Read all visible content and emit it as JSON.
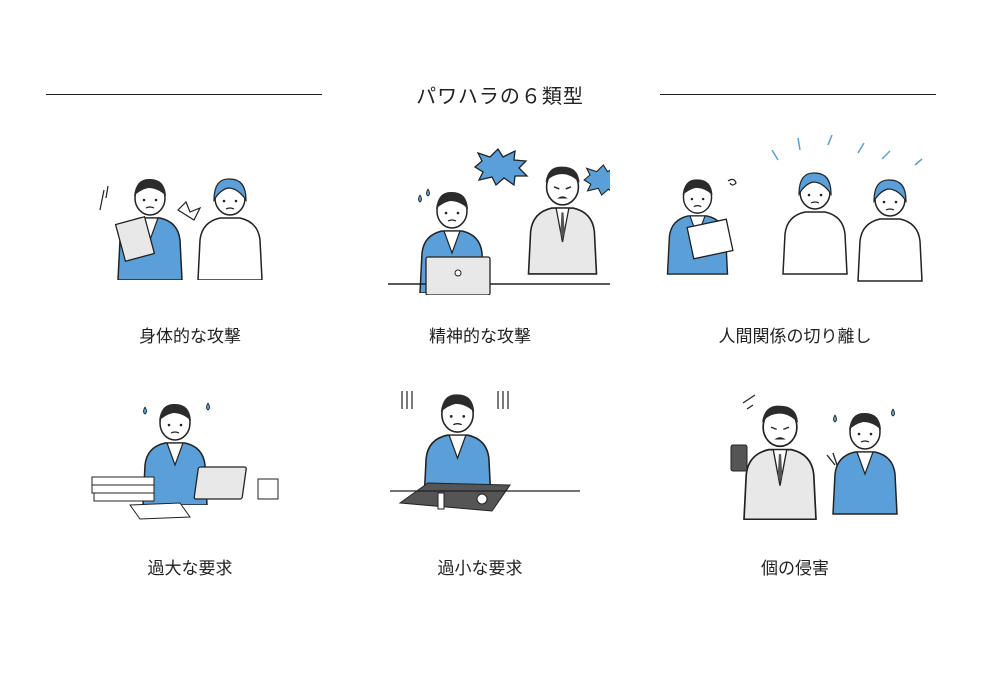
{
  "title": "パワハラの６類型",
  "colors": {
    "accent": "#5b9fd8",
    "line": "#222222",
    "hair": "#2b2b2b"
  },
  "types": [
    {
      "label": "身体的な攻撃",
      "icon": "physical-attack-illustration"
    },
    {
      "label": "精神的な攻撃",
      "icon": "mental-attack-illustration"
    },
    {
      "label": "人間関係の切り離し",
      "icon": "isolation-illustration"
    },
    {
      "label": "過大な要求",
      "icon": "excessive-demand-illustration"
    },
    {
      "label": "過小な要求",
      "icon": "insufficient-demand-illustration"
    },
    {
      "label": "個の侵害",
      "icon": "privacy-invasion-illustration"
    }
  ]
}
